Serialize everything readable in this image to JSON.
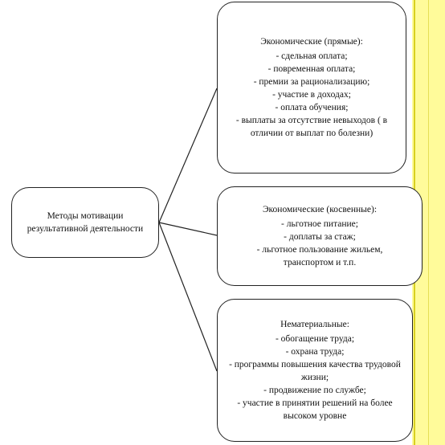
{
  "center": {
    "text": "Методы мотивации\nрезультативной деятельности"
  },
  "boxes": [
    {
      "heading": "Экономические (прямые):",
      "items": [
        "- сдельная оплата;",
        "- повременная оплата;",
        "- премии за рационализацию;",
        "- участие в доходах;",
        "- оплата обучения;",
        "- выплаты за отсутствие невыходов ( в\nотличии от выплат по болезни)"
      ]
    },
    {
      "heading": "Экономические (косвенные):",
      "items": [
        "- льготное питание;",
        "- доплаты за стаж;",
        "- льготное пользование жильем,\nтранспортом и т.п."
      ]
    },
    {
      "heading": "Нематериальные:",
      "items": [
        "- обогащение труда;",
        "- охрана труда;",
        "- программы повышения качества трудовой\nжизни;",
        "- продвижение по службе;",
        "- участие в принятии решений на более\nвысоком уровне"
      ]
    }
  ]
}
